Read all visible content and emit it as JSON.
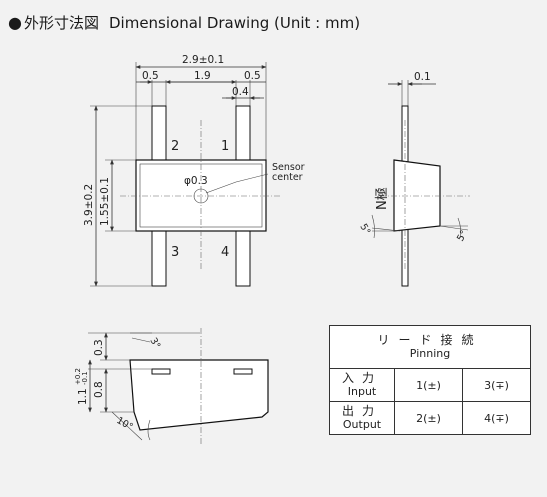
{
  "title": {
    "mark": "●",
    "jp": "外形寸法図",
    "en": "Dimensional Drawing",
    "unit": "(Unit : mm)"
  },
  "top_view": {
    "overall_width": "2.9±0.1",
    "pitch_left": "0.5",
    "pitch_center": "1.9",
    "pitch_right": "0.5",
    "lead_width": "0.4",
    "overall_height": "3.9±0.2",
    "body_height": "1.55±0.1",
    "diameter": "φ0.3",
    "sensor_label_1": "Sensor",
    "sensor_label_2": "center",
    "pin_1": "1",
    "pin_2": "2",
    "pin_3": "3",
    "pin_4": "4"
  },
  "side_view": {
    "lead_thickness": "0.1",
    "pole_label": "N極",
    "angle_left": "5°",
    "angle_right": "5°"
  },
  "front_view": {
    "height_top": "0.3",
    "height_body": "0.8",
    "total_height": "1.1",
    "total_tol_plus": "+0.2",
    "total_tol_minus": "-0.1",
    "angle_top": "3°",
    "angle_bottom": "10°"
  },
  "pinning_table": {
    "header_jp": "リード接続",
    "header_en": "Pinning",
    "input_jp": "入力",
    "input_en": "Input",
    "output_jp": "出力",
    "output_en": "Output",
    "input_a": "1(±)",
    "input_b": "3(∓)",
    "output_a": "2(±)",
    "output_b": "4(∓)"
  }
}
